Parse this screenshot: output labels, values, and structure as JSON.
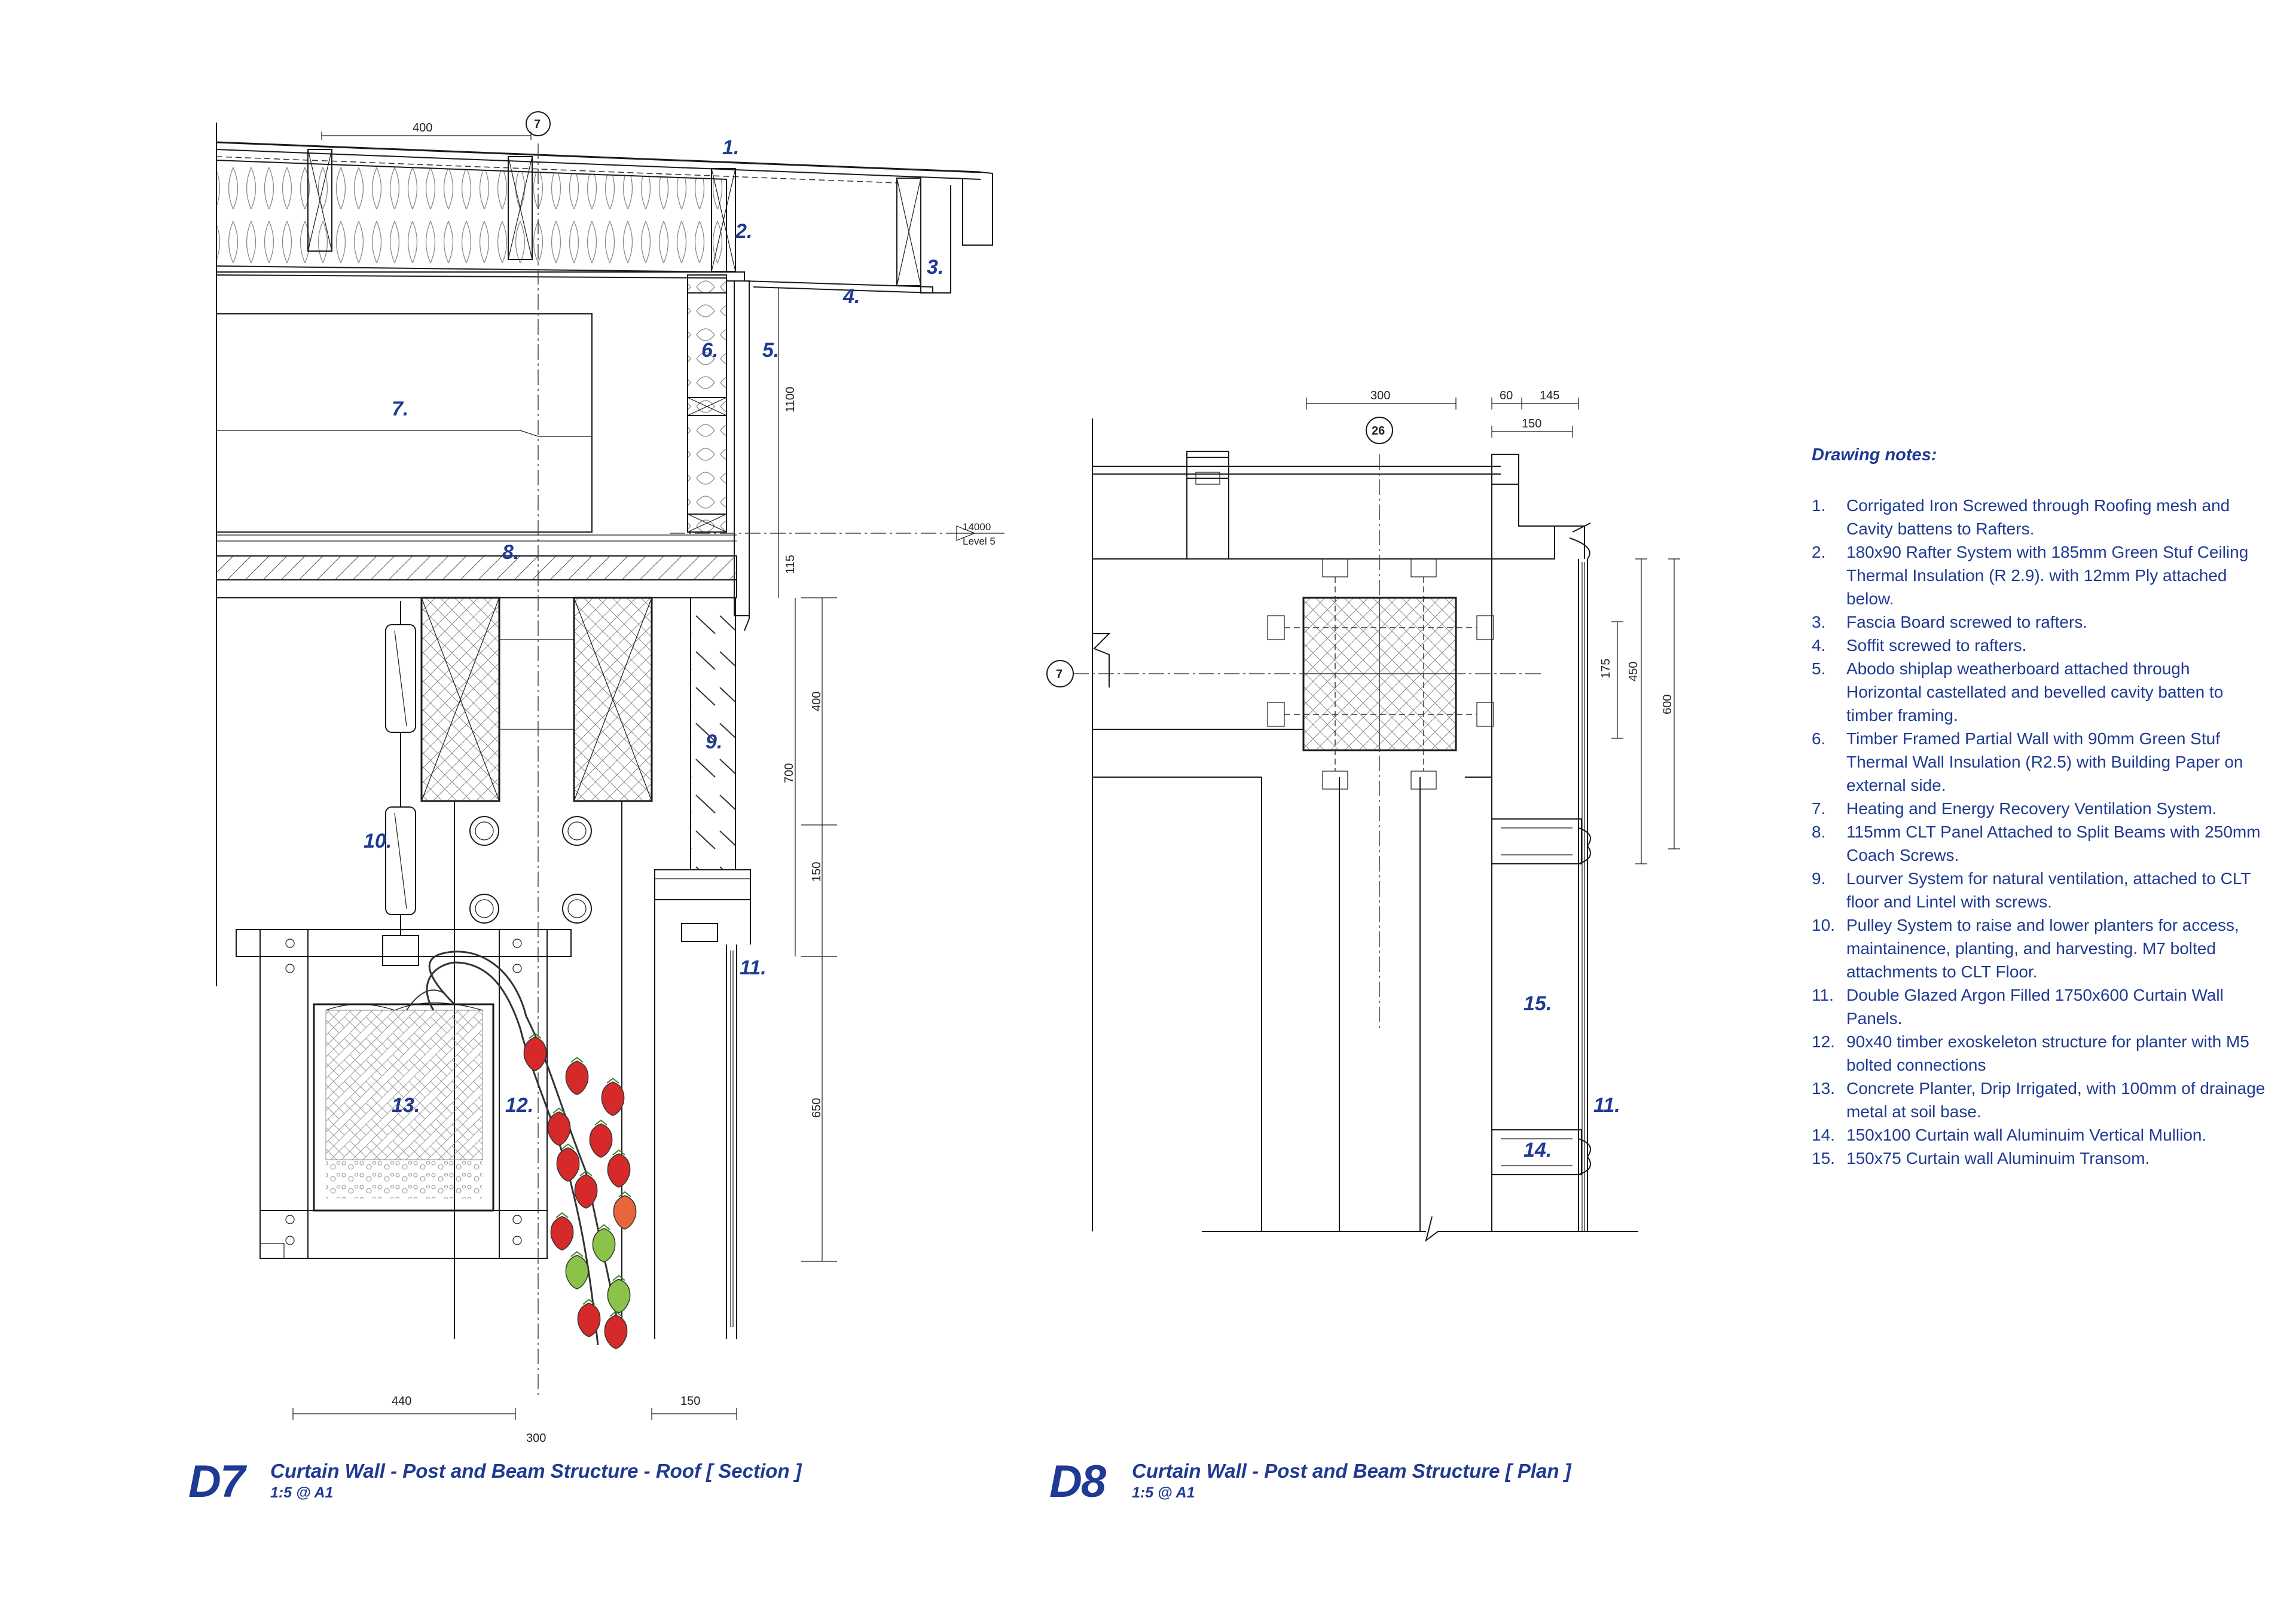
{
  "colors": {
    "accent": "#1f3a93",
    "line": "#1a1a1a",
    "berry": "#d62a2a",
    "leaf": "#8bc34a",
    "orange": "#e8663a"
  },
  "d7": {
    "code": "D7",
    "title": "Curtain Wall - Post and Beam Structure - Roof [ Section ]",
    "scale": "1:5 @ A1",
    "grid_bubble": "7",
    "level_mark": "14000",
    "level_label": "Level 5",
    "callouts": [
      "1.",
      "2.",
      "3.",
      "4.",
      "5.",
      "6.",
      "7.",
      "8.",
      "9.",
      "10.",
      "11.",
      "12.",
      "13."
    ],
    "dims": {
      "top": "400",
      "v1100": "1100",
      "v115": "115",
      "v400": "400",
      "v700": "700",
      "v150": "150",
      "v650": "650",
      "b440": "440",
      "b150": "150",
      "b300": "300"
    }
  },
  "d8": {
    "code": "D8",
    "title": "Curtain Wall - Post and Beam Structure [ Plan ]",
    "scale": "1:5 @ A1",
    "grid_top": "26",
    "grid_left": "7",
    "callouts": [
      "15.",
      "11.",
      "14."
    ],
    "dims": {
      "top300": "300",
      "top60": "60",
      "top145": "145",
      "top150": "150",
      "v175": "175",
      "v450": "450",
      "v600": "600"
    }
  },
  "notes": {
    "heading": "Drawing notes:",
    "items": [
      {
        "num": "1.",
        "text": "Corrigated Iron Screwed through Roofing mesh and Cavity battens to Rafters."
      },
      {
        "num": "2.",
        "text": "180x90 Rafter System with 185mm Green Stuf Ceiling Thermal Insulation (R 2.9). with 12mm Ply attached below."
      },
      {
        "num": "3.",
        "text": "Fascia Board screwed to rafters."
      },
      {
        "num": "4.",
        "text": "Soffit screwed to rafters."
      },
      {
        "num": "5.",
        "text": "Abodo shiplap weatherboard attached through Horizontal castellated and bevelled cavity batten to timber framing."
      },
      {
        "num": "6.",
        "text": "Timber Framed Partial Wall with 90mm Green Stuf Thermal Wall Insulation (R2.5) with Building Paper on external side."
      },
      {
        "num": "7.",
        "text": "Heating and Energy Recovery Ventilation System."
      },
      {
        "num": "8.",
        "text": "115mm CLT Panel Attached to Split Beams with 250mm Coach Screws."
      },
      {
        "num": "9.",
        "text": "Lourver System for natural ventilation, attached to CLT floor and Lintel with screws."
      },
      {
        "num": "10.",
        "text": "Pulley System to raise and lower planters for access, maintainence, planting, and harvesting. M7 bolted attachments to CLT Floor."
      },
      {
        "num": "11.",
        "text": "Double Glazed Argon Filled 1750x600 Curtain Wall Panels."
      },
      {
        "num": "12.",
        "text": "90x40 timber exoskeleton structure for planter with M5 bolted connections"
      },
      {
        "num": "13.",
        "text": "Concrete Planter, Drip Irrigated, with 100mm of drainage metal at soil base."
      },
      {
        "num": "14.",
        "text": "150x100 Curtain wall Aluminuim Vertical Mullion."
      },
      {
        "num": "15.",
        "text": "150x75 Curtain wall Aluminuim Transom."
      }
    ]
  }
}
